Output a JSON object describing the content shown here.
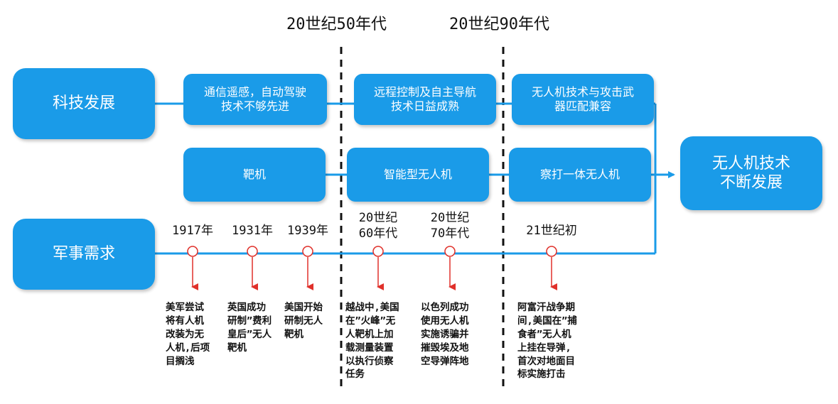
{
  "eras": {
    "era_50s": "20世纪50年代",
    "era_90s": "20世纪90年代"
  },
  "drivers": {
    "tech": "科技发展",
    "military": "军事需求"
  },
  "tech_row": [
    "通信遥感，自动驾驶\n技术不够先进",
    "远程控制及自主导航\n技术日益成熟",
    "无人机技术与攻击武\n器匹配兼容"
  ],
  "drone_row": [
    "靶机",
    "智能型无人机",
    "察打一体无人机"
  ],
  "result": "无人机技术\n不断发展",
  "timeline": [
    {
      "year": "1917年",
      "event": "美军尝试\n将有人机\n改装为无\n人机,后项\n目搁浅"
    },
    {
      "year": "1931年",
      "event": "英国成功\n研制”费利\n皇后”无人\n靶机"
    },
    {
      "year": "1939年",
      "event": "美国开始\n研制无人\n靶机"
    },
    {
      "year": "20世纪\n60年代",
      "event": "越战中,美国\n在”火峰”无\n人靶机上加\n载测量装置\n以执行侦察\n任务"
    },
    {
      "year": "20世纪\n70年代",
      "event": "以色列成功\n使用无人机\n实施诱骗并\n摧毁埃及地\n空导弹阵地"
    },
    {
      "year": "21世纪初",
      "event": "阿富汗战争期\n间,美国在”捕\n食者”无人机\n上挂在导弹,\n首次对地面目\n标实施打击"
    }
  ],
  "colors": {
    "box": "#1a9be8",
    "marker": "#e0302a",
    "line": "#1a9be8"
  }
}
